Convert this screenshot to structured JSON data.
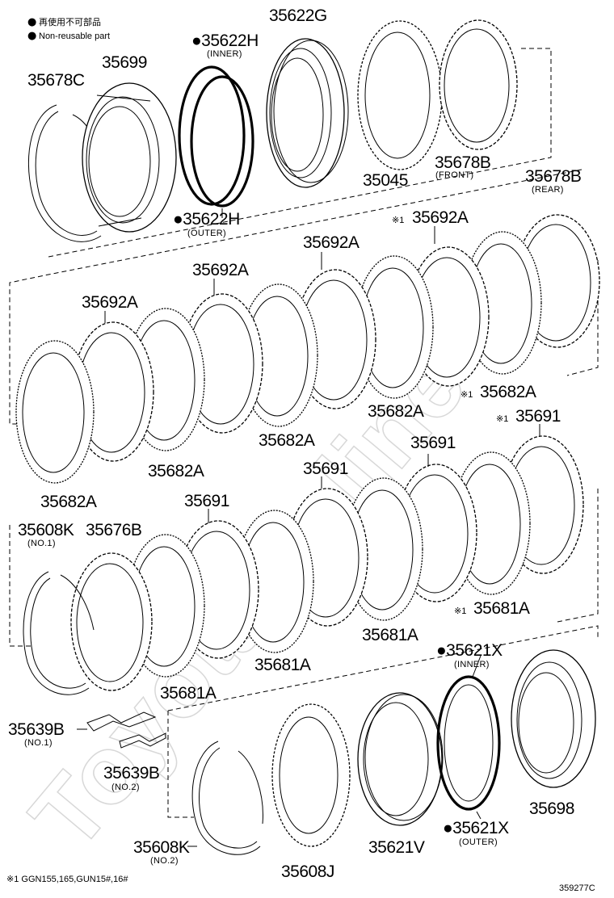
{
  "legend": {
    "marker": "●",
    "line_jp": "再使用不可部品",
    "line_en": "Non-reusable part"
  },
  "footnote": "※1 GGN155,165,GUN15#,16#",
  "diagram_code": "359277C",
  "watermark": "ToyotaOnline",
  "labels": [
    {
      "id": "35678C",
      "code": "35678C"
    },
    {
      "id": "35699",
      "code": "35699"
    },
    {
      "id": "35622H-inner",
      "code": "●35622H",
      "sub": "(INNER)"
    },
    {
      "id": "35622G",
      "code": "35622G"
    },
    {
      "id": "35622H-outer",
      "code": "●35622H",
      "sub": "(OUTER)"
    },
    {
      "id": "35045",
      "code": "35045"
    },
    {
      "id": "35678B-front",
      "code": "35678B",
      "sub": "(FRONT)"
    },
    {
      "id": "35678B-rear",
      "code": "35678B",
      "sub": "(REAR)"
    },
    {
      "id": "35692A-n1",
      "code": "35692A",
      "mark": "※1"
    },
    {
      "id": "35692A-a",
      "code": "35692A"
    },
    {
      "id": "35692A-b",
      "code": "35692A"
    },
    {
      "id": "35692A-c",
      "code": "35692A"
    },
    {
      "id": "35682A-n1",
      "code": "35682A",
      "mark": "※1"
    },
    {
      "id": "35682A-a",
      "code": "35682A"
    },
    {
      "id": "35682A-b",
      "code": "35682A"
    },
    {
      "id": "35682A-c",
      "code": "35682A"
    },
    {
      "id": "35682A-d",
      "code": "35682A"
    },
    {
      "id": "35691-n1",
      "code": "35691",
      "mark": "※1"
    },
    {
      "id": "35691-a",
      "code": "35691"
    },
    {
      "id": "35691-b",
      "code": "35691"
    },
    {
      "id": "35691-c",
      "code": "35691"
    },
    {
      "id": "35608K-1",
      "code": "35608K",
      "sub": "(NO.1)"
    },
    {
      "id": "35676B",
      "code": "35676B"
    },
    {
      "id": "35681A-n1",
      "code": "35681A",
      "mark": "※1"
    },
    {
      "id": "35681A-a",
      "code": "35681A"
    },
    {
      "id": "35681A-b",
      "code": "35681A"
    },
    {
      "id": "35681A-c",
      "code": "35681A"
    },
    {
      "id": "35621X-inner",
      "code": "●35621X",
      "sub": "(INNER)"
    },
    {
      "id": "35639B-1",
      "code": "35639B",
      "sub": "(NO.1)"
    },
    {
      "id": "35639B-2",
      "code": "35639B",
      "sub": "(NO.2)"
    },
    {
      "id": "35698",
      "code": "35698"
    },
    {
      "id": "35621X-outer",
      "code": "●35621X",
      "sub": "(OUTER)"
    },
    {
      "id": "35608K-2",
      "code": "35608K",
      "sub": "(NO.2)"
    },
    {
      "id": "35621V",
      "code": "35621V"
    },
    {
      "id": "35608J",
      "code": "35608J"
    }
  ]
}
